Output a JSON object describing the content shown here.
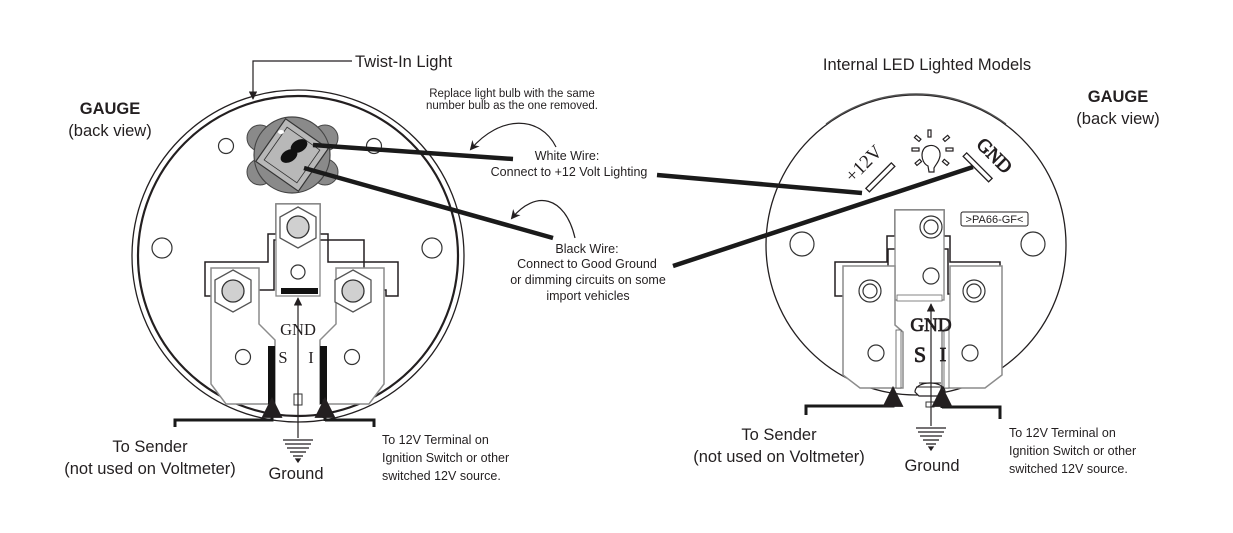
{
  "left_gauge": {
    "title": "GAUGE",
    "subtitle": "(back view)",
    "twist_in_light_label": "Twist-In Light",
    "bulb_note_line1": "Replace light bulb with the same",
    "bulb_note_line2": "number bulb as the one removed.",
    "terminal_gnd": "GND",
    "terminal_s": "S",
    "terminal_i": "I",
    "sender_line1": "To Sender",
    "sender_line2": "(not used on Voltmeter)",
    "ground_label": "Ground",
    "ignition_line1": "To 12V Terminal on",
    "ignition_line2": "Ignition Switch or other",
    "ignition_line3": "switched 12V source."
  },
  "wires": {
    "white_title": "White Wire:",
    "white_desc": "Connect to +12 Volt Lighting",
    "black_title": "Black Wire:",
    "black_line1": "Connect to Good Ground",
    "black_line2": "or dimming circuits on some",
    "black_line3": "import vehicles"
  },
  "right_gauge": {
    "heading": "Internal LED Lighted Models",
    "title": "GAUGE",
    "subtitle": "(back view)",
    "pad_plus12v": "+12V",
    "pad_gnd": "GND",
    "material_mark": ">PA66-GF<",
    "terminal_gnd": "GND",
    "terminal_s": "S",
    "terminal_i": "I",
    "sender_line1": "To Sender",
    "sender_line2": "(not used on Voltmeter)",
    "ground_label": "Ground",
    "ignition_line1": "To 12V Terminal on",
    "ignition_line2": "Ignition Switch or other",
    "ignition_line3": "switched 12V source."
  },
  "colors": {
    "ink": "#231f20",
    "stud_gray": "#d0d0d0",
    "bulb_gray": "#8a8a8a",
    "bulb_light": "#b8b8b8"
  }
}
